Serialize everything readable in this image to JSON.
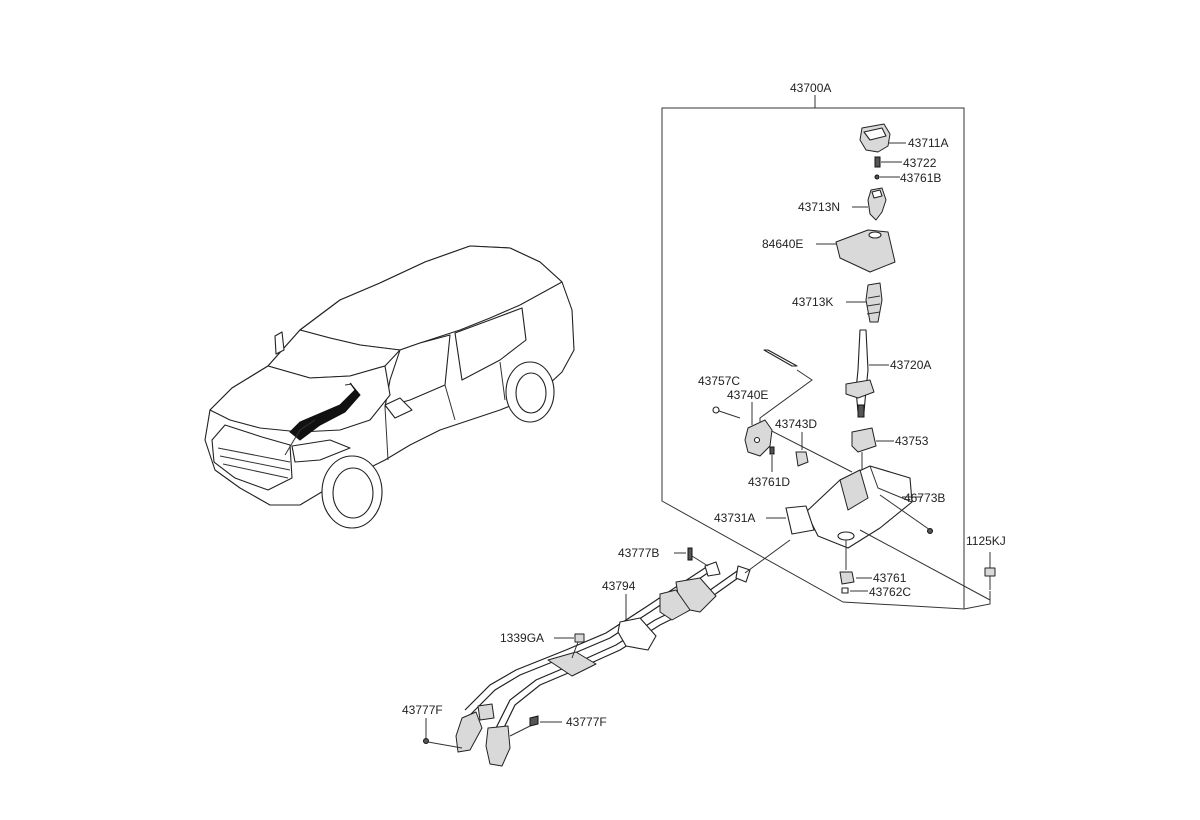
{
  "diagram": {
    "labels": {
      "assembly": "43700A",
      "knob": "43711A",
      "n43722": "43722",
      "n43761B": "43761B",
      "n43713N": "43713N",
      "boot": "84640E",
      "n43713K": "43713K",
      "lever": "43720A",
      "n43757C": "43757C",
      "n43740E": "43740E",
      "n43743D": "43743D",
      "n43753": "43753",
      "n43761D": "43761D",
      "n46773B": "46773B",
      "bracket": "43731A",
      "n1125KJ": "1125KJ",
      "n43777B": "43777B",
      "cable": "43794",
      "n43761": "43761",
      "n43762C": "43762C",
      "n1339GA": "1339GA",
      "n43777F_left": "43777F",
      "n43777F_right": "43777F"
    }
  }
}
